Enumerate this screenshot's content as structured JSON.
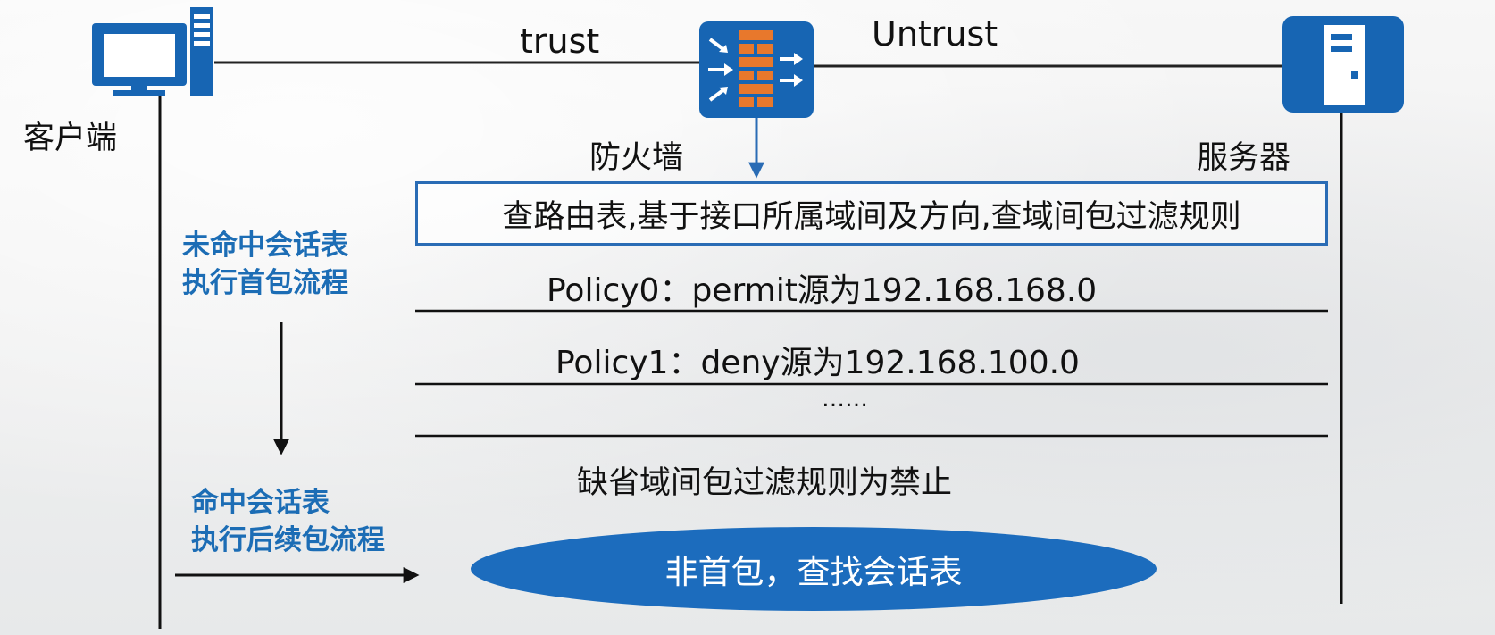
{
  "nodes": {
    "client": {
      "label": "客户端"
    },
    "firewall": {
      "label": "防火墙"
    },
    "server": {
      "label": "服务器"
    }
  },
  "links": {
    "trust": "trust",
    "untrust": "Untrust"
  },
  "flow": {
    "miss_session": [
      "未命中会话表",
      "执行首包流程"
    ],
    "hit_session": [
      "命中会话表",
      "执行后续包流程"
    ]
  },
  "first_packet": {
    "lookup_step": "查路由表,基于接口所属域间及方向,查域间包过滤规则",
    "policies": [
      "Policy0：permit源为192.168.168.0",
      "Policy1：deny源为192.168.100.0"
    ],
    "ellipsis": "……",
    "default_rule": "缺省域间包过滤规则为禁止"
  },
  "subsequent_packet": {
    "action": "非首包，查找会话表"
  },
  "colors": {
    "accent_blue": "#1c6db5",
    "firewall_brick": "#e8782c",
    "line": "#111111"
  }
}
